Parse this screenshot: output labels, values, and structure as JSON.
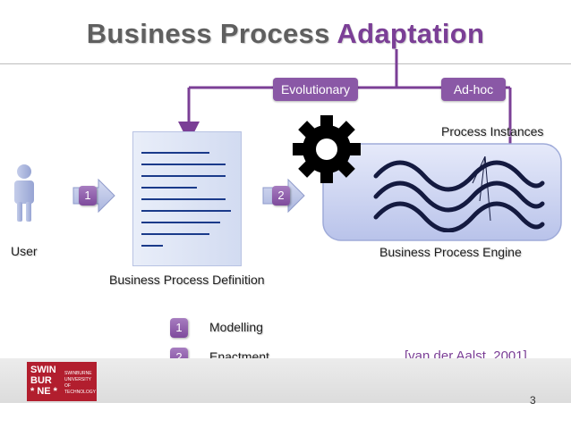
{
  "title": {
    "main": "Business Process ",
    "accent": "Adaptation"
  },
  "tags": {
    "evolutionary": "Evolutionary",
    "adhoc": "Ad-hoc"
  },
  "labels": {
    "user": "User",
    "definition": "Business Process Definition",
    "engine": "Business Process Engine",
    "instances": "Process Instances"
  },
  "steps": {
    "one": "1",
    "two": "2"
  },
  "legend": [
    {
      "num": "1",
      "text": "Modelling"
    },
    {
      "num": "2",
      "text": "Enactment"
    }
  ],
  "citation": "[van der Aalst, 2001]",
  "logo": {
    "line1": "SWIN",
    "line2": "BUR",
    "line3": "* NE *",
    "small1": "SWINBURNE",
    "small2": "UNIVERSITY OF",
    "small3": "TECHNOLOGY"
  },
  "page_number": "3",
  "colors": {
    "accent": "#7b3f96",
    "tag": "#8a58a6",
    "engine": "#cfd6f2",
    "document": "#dfe6f6",
    "line": "#1a3a8a"
  }
}
